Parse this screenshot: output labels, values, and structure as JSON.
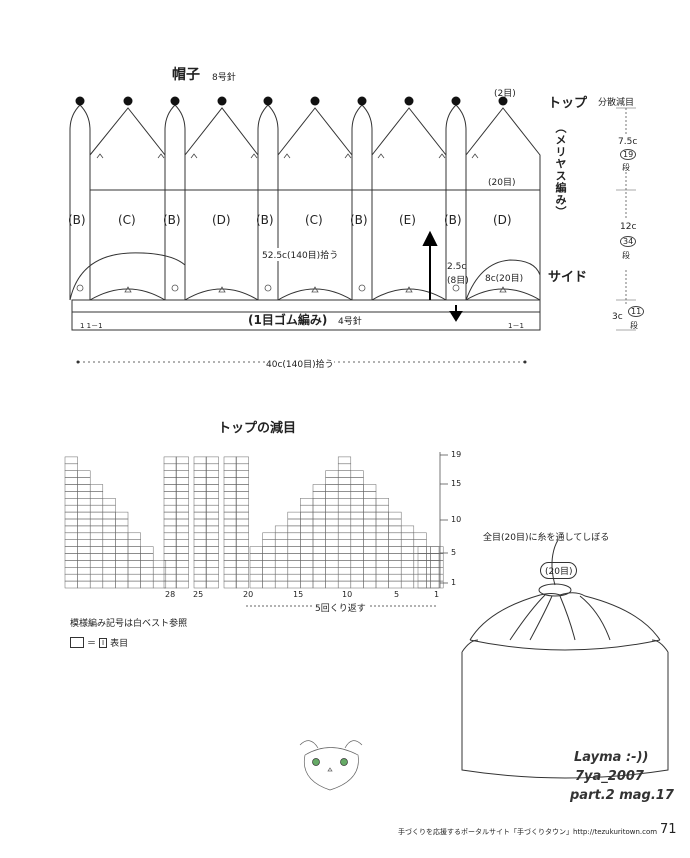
{
  "hat": {
    "title": "帽子",
    "needle": "8号針",
    "top_label": "トップ",
    "top_note": "分散減目",
    "top_count": "(2目)",
    "stockinette": "（メリヤス編み）",
    "twenty_count": "(20目)",
    "side_label": "サイド",
    "panels": [
      "(B)",
      "(C)",
      "(B)",
      "(D)",
      "(B)",
      "(C)",
      "(B)",
      "(E)",
      "(B)",
      "(D)"
    ],
    "circumference": "52.5c(140目)拾う",
    "b_width_cm": "2.5c",
    "b_width_st": "(8目)",
    "d_width": "8c(20目)",
    "ribbing": "(1目ゴム編み)",
    "ribbing_needle": "4号針",
    "rib_left_mark": "1 1－1",
    "rib_right_mark": "1－1",
    "bottom_width": "40c(140目)拾う",
    "dims": [
      {
        "cm": "7.5c",
        "rows": "19",
        "unit": "段"
      },
      {
        "cm": "12c",
        "rows": "34",
        "unit": "段"
      },
      {
        "cm": "3c",
        "rows": "11",
        "unit": "段"
      }
    ]
  },
  "chart": {
    "title": "トップの減目",
    "row_labels": [
      "19",
      "15",
      "10",
      "5",
      "1"
    ],
    "col_labels": [
      "28",
      "25",
      "20",
      "15",
      "10",
      "5",
      "1"
    ],
    "repeat": "5回くり返す",
    "note": "模様編み記号は白ベスト参照",
    "legend_eq": "＝",
    "legend_symbol": "Ⅰ",
    "legend_text": "表目"
  },
  "finish": {
    "instruction": "全目(20目)に糸を通してしぼる",
    "count": "(20目)"
  },
  "watermark": [
    "Layma :-))",
    "7ya_2007",
    "part.2 mag.17"
  ],
  "footer": {
    "text": "手づくりを応援するポータルサイト「手づくりタウン」http://tezukuritown.com",
    "page": "71"
  }
}
